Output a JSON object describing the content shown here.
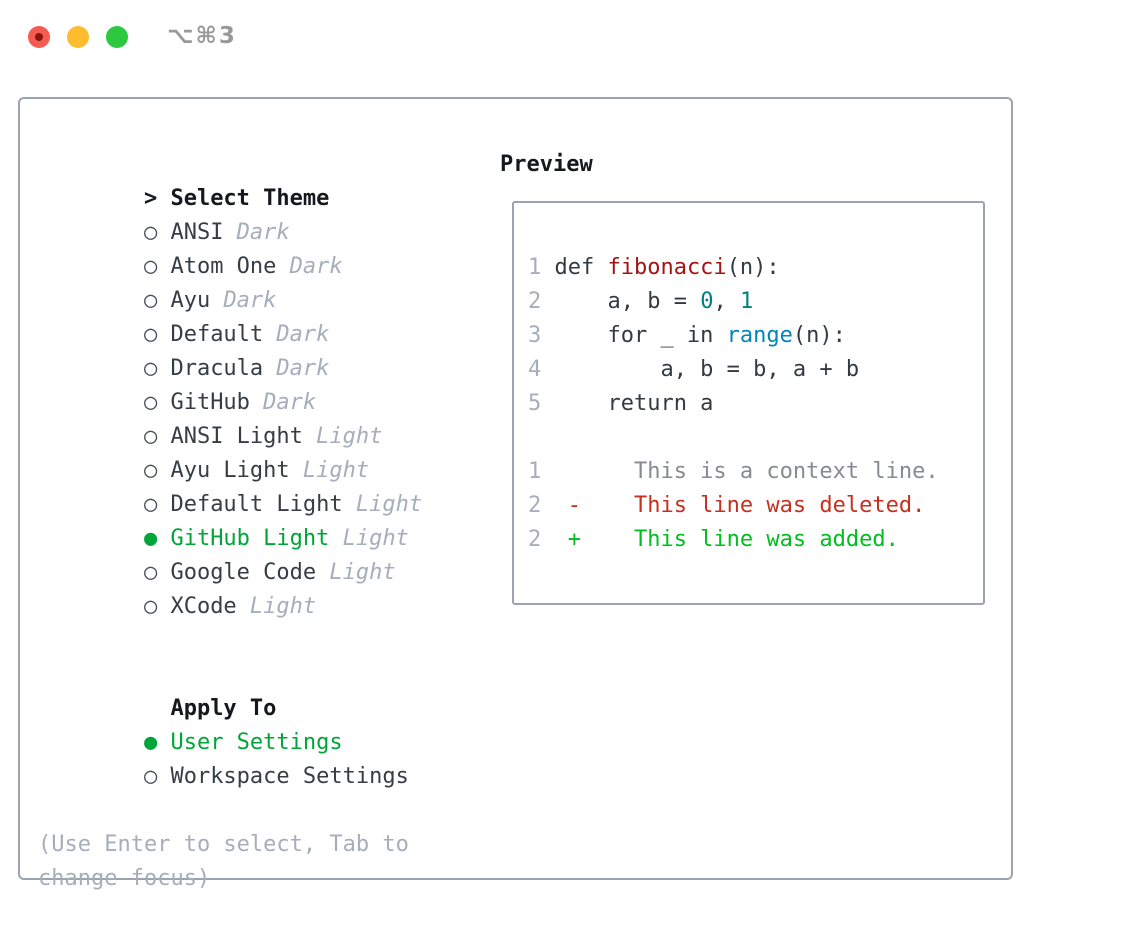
{
  "window": {
    "title": "⌥⌘3"
  },
  "colors": {
    "accent_green": "#00a539",
    "diff_added": "#00bd20",
    "diff_deleted": "#c6311f",
    "context_gray": "#858b92",
    "syntax_function": "#a31515",
    "syntax_number": "#008080",
    "syntax_builtin": "#0086b3",
    "muted_gray": "#a6aebb",
    "panel_border": "#9aa3ae",
    "traffic_red": "#f45b51",
    "traffic_yellow": "#febc2e",
    "traffic_green": "#2bc840"
  },
  "theme_picker": {
    "cursor": ">",
    "title": "Select Theme",
    "radio_on": "●",
    "radio_off": "○",
    "items": [
      {
        "name": "ANSI",
        "variant": "Dark",
        "selected": false
      },
      {
        "name": "Atom One",
        "variant": "Dark",
        "selected": false
      },
      {
        "name": "Ayu",
        "variant": "Dark",
        "selected": false
      },
      {
        "name": "Default",
        "variant": "Dark",
        "selected": false
      },
      {
        "name": "Dracula",
        "variant": "Dark",
        "selected": false
      },
      {
        "name": "GitHub",
        "variant": "Dark",
        "selected": false
      },
      {
        "name": "ANSI Light",
        "variant": "Light",
        "selected": false
      },
      {
        "name": "Ayu Light",
        "variant": "Light",
        "selected": false
      },
      {
        "name": "Default Light",
        "variant": "Light",
        "selected": false
      },
      {
        "name": "GitHub Light",
        "variant": "Light",
        "selected": true
      },
      {
        "name": "Google Code",
        "variant": "Light",
        "selected": false
      },
      {
        "name": "XCode",
        "variant": "Light",
        "selected": false
      }
    ],
    "apply_to": {
      "title": "Apply To",
      "options": [
        {
          "name": "User Settings",
          "selected": true
        },
        {
          "name": "Workspace Settings",
          "selected": false
        }
      ]
    },
    "hint": {
      "line1": "(Use Enter to select, Tab to",
      "line2": "change focus)"
    }
  },
  "preview": {
    "title": "Preview",
    "lines": [
      {
        "no": "1",
        "tokens": [
          {
            "t": "def ",
            "c": "pl"
          },
          {
            "t": "fibonacci",
            "c": "fn"
          },
          {
            "t": "(n):",
            "c": "pl"
          }
        ]
      },
      {
        "no": "2",
        "tokens": [
          {
            "t": "    a, b = ",
            "c": "pl"
          },
          {
            "t": "0",
            "c": "num"
          },
          {
            "t": ", ",
            "c": "pl"
          },
          {
            "t": "1",
            "c": "num"
          }
        ]
      },
      {
        "no": "3",
        "tokens": [
          {
            "t": "    for _ in ",
            "c": "pl"
          },
          {
            "t": "range",
            "c": "bi"
          },
          {
            "t": "(n):",
            "c": "pl"
          }
        ]
      },
      {
        "no": "4",
        "tokens": [
          {
            "t": "        a, b = b, a + b",
            "c": "pl"
          }
        ]
      },
      {
        "no": "5",
        "tokens": [
          {
            "t": "    return a",
            "c": "pl"
          }
        ]
      },
      {
        "no": "",
        "tokens": []
      },
      {
        "no": "1",
        "tokens": [
          {
            "t": "      This is a context line.",
            "c": "ctx"
          }
        ]
      },
      {
        "no": "2",
        "tokens": [
          {
            "t": " -    This line was deleted.",
            "c": "del"
          }
        ]
      },
      {
        "no": "2",
        "tokens": [
          {
            "t": " +    This line was added.",
            "c": "add"
          }
        ]
      }
    ]
  }
}
